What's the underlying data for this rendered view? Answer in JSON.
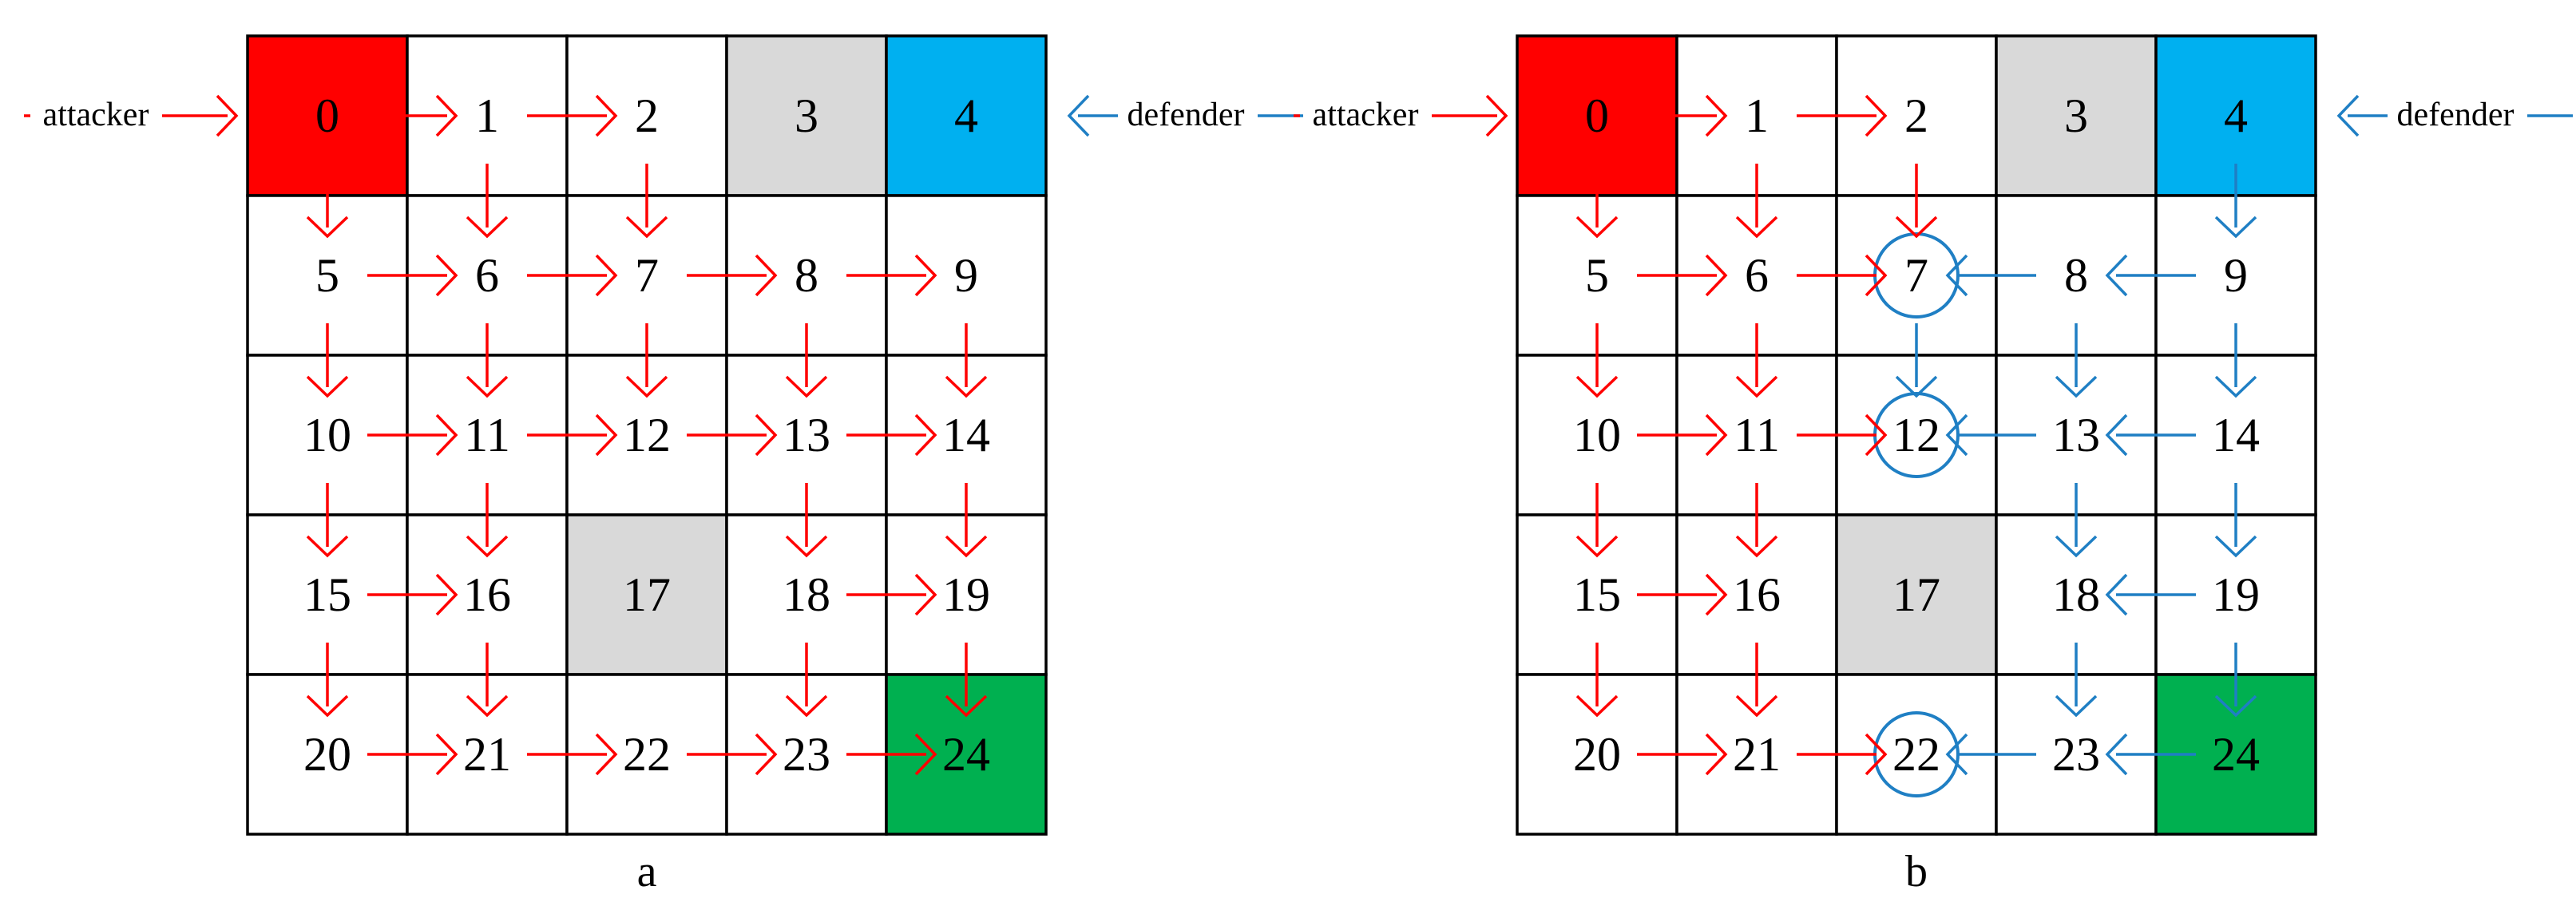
{
  "colors": {
    "attacker": "#ff0000",
    "defender": "#1f7fc4",
    "start_cell": "#ff0000",
    "defender_cell": "#00b0f0",
    "obstacle_cell": "#d9d9d9",
    "goal_cell": "#00b050",
    "grid_line": "#000000",
    "text": "#000000"
  },
  "panels": [
    {
      "caption": "a",
      "attacker_label": "attacker",
      "defender_label": "defender",
      "cells": [
        "0",
        "1",
        "2",
        "3",
        "4",
        "5",
        "6",
        "7",
        "8",
        "9",
        "10",
        "11",
        "12",
        "13",
        "14",
        "15",
        "16",
        "17",
        "18",
        "19",
        "20",
        "21",
        "22",
        "23",
        "24"
      ],
      "special_cells": {
        "start": 0,
        "defender": 4,
        "obstacles": [
          3,
          17
        ],
        "goal": 24
      },
      "circled_cells": [],
      "attacker_edges": [
        [
          0,
          1
        ],
        [
          1,
          2
        ],
        [
          5,
          6
        ],
        [
          6,
          7
        ],
        [
          7,
          8
        ],
        [
          8,
          9
        ],
        [
          10,
          11
        ],
        [
          11,
          12
        ],
        [
          12,
          13
        ],
        [
          13,
          14
        ],
        [
          15,
          16
        ],
        [
          18,
          19
        ],
        [
          20,
          21
        ],
        [
          21,
          22
        ],
        [
          22,
          23
        ],
        [
          23,
          24
        ],
        [
          0,
          5
        ],
        [
          1,
          6
        ],
        [
          2,
          7
        ],
        [
          5,
          10
        ],
        [
          6,
          11
        ],
        [
          7,
          12
        ],
        [
          8,
          13
        ],
        [
          9,
          14
        ],
        [
          10,
          15
        ],
        [
          11,
          16
        ],
        [
          13,
          18
        ],
        [
          14,
          19
        ],
        [
          15,
          20
        ],
        [
          16,
          21
        ],
        [
          18,
          23
        ],
        [
          19,
          24
        ]
      ],
      "defender_edges": []
    },
    {
      "caption": "b",
      "attacker_label": "attacker",
      "defender_label": "defender",
      "cells": [
        "0",
        "1",
        "2",
        "3",
        "4",
        "5",
        "6",
        "7",
        "8",
        "9",
        "10",
        "11",
        "12",
        "13",
        "14",
        "15",
        "16",
        "17",
        "18",
        "19",
        "20",
        "21",
        "22",
        "23",
        "24"
      ],
      "special_cells": {
        "start": 0,
        "defender": 4,
        "obstacles": [
          3,
          17
        ],
        "goal": 24
      },
      "circled_cells": [
        7,
        12,
        22
      ],
      "attacker_edges": [
        [
          0,
          1
        ],
        [
          1,
          2
        ],
        [
          5,
          6
        ],
        [
          6,
          7
        ],
        [
          10,
          11
        ],
        [
          11,
          12
        ],
        [
          15,
          16
        ],
        [
          20,
          21
        ],
        [
          21,
          22
        ],
        [
          0,
          5
        ],
        [
          1,
          6
        ],
        [
          2,
          7
        ],
        [
          5,
          10
        ],
        [
          6,
          11
        ],
        [
          10,
          15
        ],
        [
          11,
          16
        ],
        [
          15,
          20
        ],
        [
          16,
          21
        ]
      ],
      "defender_edges": [
        [
          9,
          8
        ],
        [
          8,
          7
        ],
        [
          14,
          13
        ],
        [
          13,
          12
        ],
        [
          19,
          18
        ],
        [
          24,
          23
        ],
        [
          23,
          22
        ],
        [
          4,
          9
        ],
        [
          7,
          12
        ],
        [
          8,
          13
        ],
        [
          9,
          14
        ],
        [
          13,
          18
        ],
        [
          14,
          19
        ],
        [
          18,
          23
        ],
        [
          19,
          24
        ]
      ]
    }
  ]
}
